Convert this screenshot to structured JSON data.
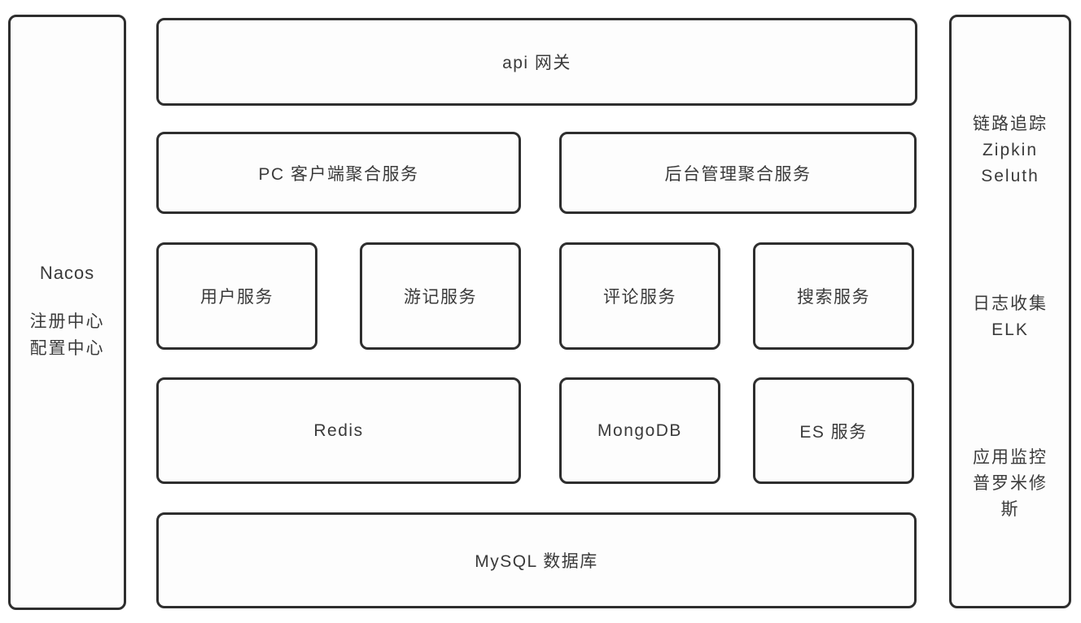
{
  "diagram": {
    "colors": {
      "border": "#2e2e2e",
      "text": "#3a3a3a",
      "background": "#ffffff"
    },
    "left_panel": {
      "title": "Nacos",
      "lines": [
        "注册中心",
        "配置中心"
      ]
    },
    "right_panel": {
      "groups": [
        {
          "lines": [
            "链路追踪",
            "Zipkin",
            "Seluth"
          ]
        },
        {
          "lines": [
            "日志收集",
            "ELK"
          ]
        },
        {
          "lines": [
            "应用监控",
            "普罗米修斯"
          ]
        }
      ]
    },
    "gateway": {
      "label": "api 网关"
    },
    "aggregation_services": [
      {
        "label": "PC 客户端聚合服务"
      },
      {
        "label": "后台管理聚合服务"
      }
    ],
    "microservices": [
      {
        "label": "用户服务"
      },
      {
        "label": "游记服务"
      },
      {
        "label": "评论服务"
      },
      {
        "label": "搜索服务"
      }
    ],
    "data_stores": [
      {
        "label": "Redis"
      },
      {
        "label": "MongoDB"
      },
      {
        "label": "ES 服务"
      }
    ],
    "database": {
      "label": "MySQL 数据库"
    }
  }
}
